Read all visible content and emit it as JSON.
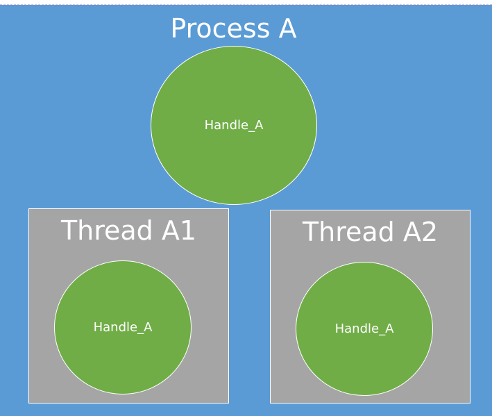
{
  "process": {
    "title": "Process A",
    "handle_label": "Handle_A"
  },
  "threads": [
    {
      "title": "Thread A1",
      "handle_label": "Handle_A"
    },
    {
      "title": "Thread A2",
      "handle_label": "Handle_A"
    }
  ],
  "colors": {
    "background": "#5b9bd5",
    "handle_fill": "#70ad47",
    "thread_fill": "#a5a5a5",
    "text": "#ffffff"
  }
}
